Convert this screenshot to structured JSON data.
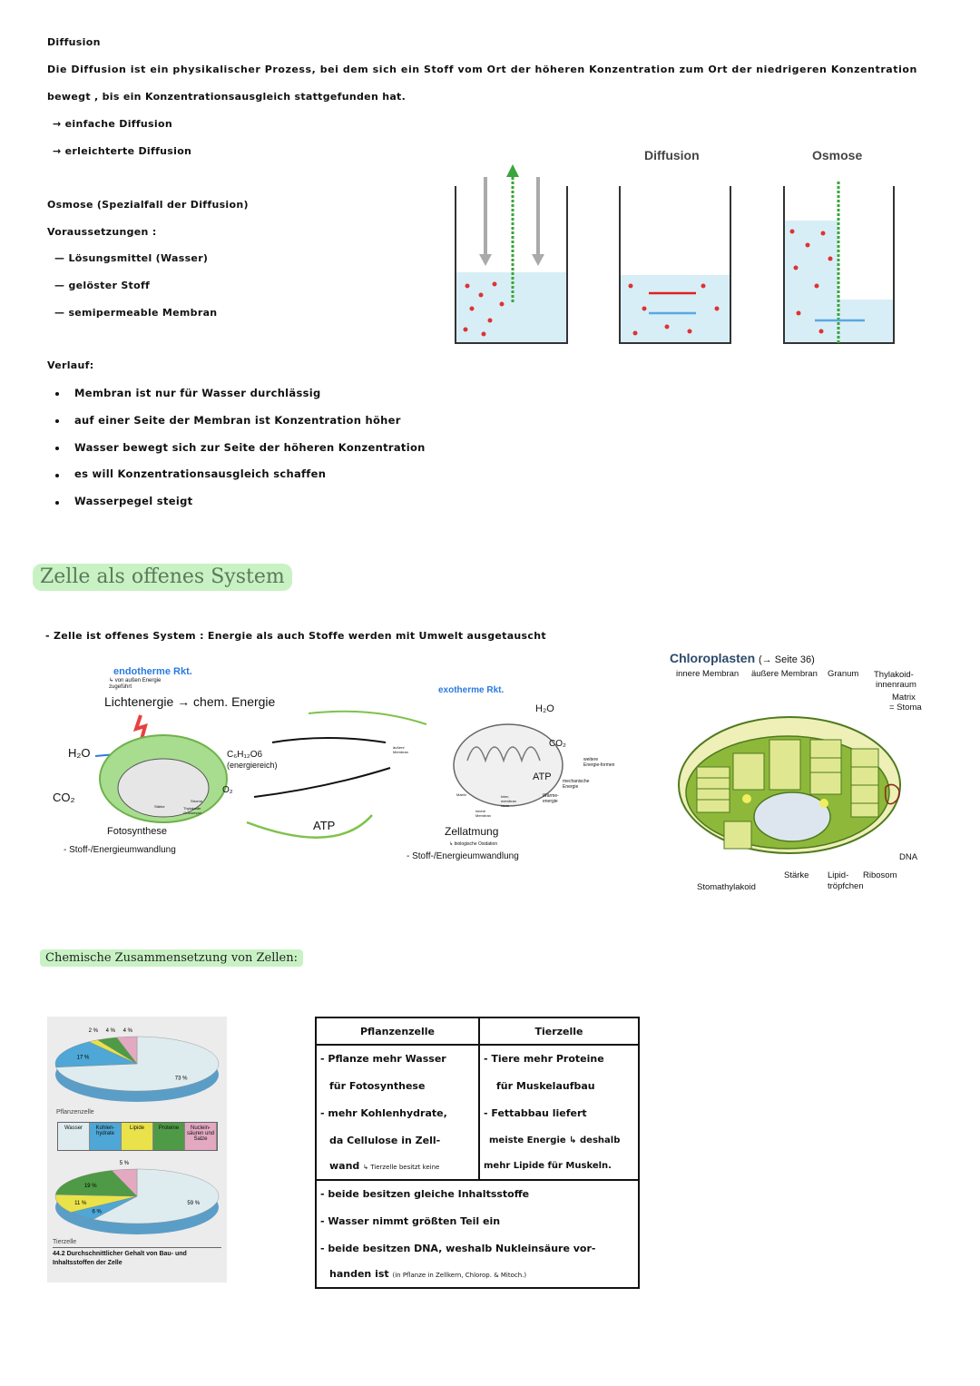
{
  "diffusion": {
    "title": "Diffusion",
    "definition_line1": "Die Diffusion ist ein physikalischer Prozess, bei dem sich ein Stoff vom Ort der höheren Konzentration zum Ort der niedrigeren Konzentration",
    "definition_line2": "bewegt , bis ein Konzentrationsausgleich stattgefunden hat.",
    "types": [
      "→ einfache Diffusion",
      "→ erleichterte Diffusion"
    ]
  },
  "osmose": {
    "title": "Osmose (Spezialfall der Diffusion)",
    "requirements_title": "Voraussetzungen :",
    "requirements": [
      "Lösungsmittel (Wasser)",
      "gelöster Stoff",
      "semipermeable Membran"
    ],
    "process_title": "Verlauf:",
    "process": [
      "Membran ist nur für Wasser durchlässig",
      "auf einer Seite der Membran ist Konzentration höher",
      "Wasser bewegt sich zur Seite der höheren Konzentration",
      "es will Konzentrationsausgleich schaffen",
      "Wasserpegel steigt"
    ]
  },
  "beakers": {
    "label_diffusion": "Diffusion",
    "label_osmose": "Osmose"
  },
  "zelle": {
    "title": "Zelle als offenes System",
    "statement": "- Zelle ist offenes System : Energie als auch Stoffe werden mit Umwelt ausgetauscht"
  },
  "energy_diagram": {
    "endo": "endotherme Rkt.",
    "endo_note": "↳ von außen Energie zugeführt",
    "light": "Lichtenergie → chem. Energie",
    "h2o_in": "H₂O",
    "co2_in": "CO₂",
    "glucose": "C₆H₁₂O6",
    "glucose_note": "(energiereich)",
    "o2": "O₂",
    "atp_back": "ATP",
    "foto": "Fotosynthese",
    "foto_sub": "- Stoff-/Energieumwandlung",
    "exo": "exotherme Rkt.",
    "h2o_out": "H₂O",
    "co2_out": "CO₂",
    "atp": "ATP",
    "atp_forms": "weitere Energie-formen",
    "atp_mech": "mechanische Energie",
    "atp_heat": "Wärme-energie",
    "mito_outer": "äußere Membran",
    "mito_matrix": "Matrix",
    "mito_inner": "innere Membran",
    "mito_inter": "Inter-membran raum",
    "chl_starch": "Stärke",
    "chl_stroma": "Stroma",
    "chl_thyl": "Thylakoide Granumpel",
    "zell": "Zellatmung",
    "zell_note": "↳ biologische Oxidation",
    "zell_sub": "- Stoff-/Energieumwandlung"
  },
  "chloroplast": {
    "title": "Chloroplasten",
    "ref": "(→ Seite 36)",
    "labels": {
      "inner": "innere Membran",
      "outer": "äußere Membran",
      "granum": "Granum",
      "thylakoid": "Thylakoid-",
      "innenraum": "innenraum",
      "matrix": "Matrix",
      "stoma": "= Stoma",
      "dna": "DNA",
      "staerke": "Stärke",
      "lipid": "Lipid-",
      "lipid2": "tröpfchen",
      "ribosom": "Ribosom",
      "stomathylakoid": "Stomathylakoid"
    },
    "colors": {
      "green": "#8db83a",
      "dark": "#4f7a1f",
      "cream": "#eef0b8"
    }
  },
  "chem": {
    "title": "Chemische Zusammensetzung von Zellen:"
  },
  "pies": {
    "legend": [
      "Wasser",
      "Kohlen-hydrate",
      "Lipide",
      "Proteine",
      "Nuclein-säuren und Salze"
    ],
    "colors": [
      "#dfecef",
      "#4ea7d6",
      "#e9e24a",
      "#4f9a46",
      "#e2a9c0"
    ],
    "plant": {
      "label": "Pflanzenzelle",
      "values": [
        73,
        17,
        2,
        4,
        4
      ]
    },
    "animal": {
      "label": "Tierzelle",
      "values": [
        59,
        6,
        11,
        19,
        5
      ]
    },
    "caption_num": "44.2",
    "caption": "Durchschnittlicher Gehalt von Bau- und",
    "caption2": "Inhaltsstoffen der Zelle"
  },
  "table": {
    "headers": [
      "Pflanzenzelle",
      "Tierzelle"
    ],
    "plant": [
      "- Pflanze mehr Wasser",
      "für Fotosynthese",
      "- mehr Kohlenhydrate,",
      "da Cellulose in Zell-",
      "wand"
    ],
    "plant_note": "↳ Tierzelle besitzt keine",
    "animal": [
      "- Tiere mehr Proteine",
      "für Muskelaufbau",
      "- Fettabbau liefert",
      "meiste Energie ↳ deshalb",
      "mehr Lipide für Muskeln."
    ],
    "both": [
      "- beide besitzen gleiche Inhaltsstoffe",
      "- Wasser nimmt größten Teil ein",
      "- beide besitzen DNA, weshalb Nukleinsäure vor-",
      "handen ist"
    ],
    "both_note": "(in Pflanze in Zellkern, Chlorop. & Mitoch.)"
  }
}
